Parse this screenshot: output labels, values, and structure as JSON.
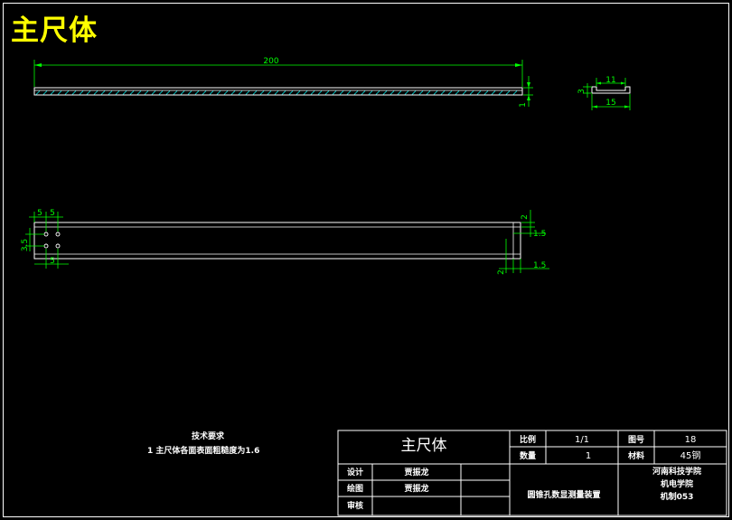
{
  "title": "主尺体",
  "dimensions": {
    "length": "200",
    "side_height": "1",
    "profile_top": "11",
    "profile_bottom": "15",
    "profile_height": "3",
    "hole_spacing_a": "5",
    "hole_spacing_b": "5",
    "hole_vertical": "3.5",
    "hole_bottom": "5",
    "right_2a": "2",
    "right_1_5a": "1.5",
    "right_2b": "2",
    "right_1_5b": "1.5"
  },
  "tech_requirements": {
    "heading": "技术要求",
    "item_1": "1  主尺体各面表面粗糙度为1.6"
  },
  "title_block": {
    "part_name": "主尺体",
    "scale_label": "比例",
    "scale_value": "1/1",
    "drawing_no_label": "图号",
    "drawing_no_value": "18",
    "quantity_label": "数量",
    "quantity_value": "1",
    "material_label": "材料",
    "material_value": "45钢",
    "design_label": "设计",
    "designer": "贾振龙",
    "draw_label": "绘图",
    "drawer": "贾振龙",
    "review_label": "审核",
    "project_name": "圆锥孔数显测量装置",
    "school": "河南科技学院",
    "department": "机电学院",
    "class_name": "机制053"
  },
  "colors": {
    "background": "#000000",
    "lines": "#ffffff",
    "dimensions": "#00ff00",
    "title": "#ffff00",
    "hatch": "#00ffff"
  }
}
